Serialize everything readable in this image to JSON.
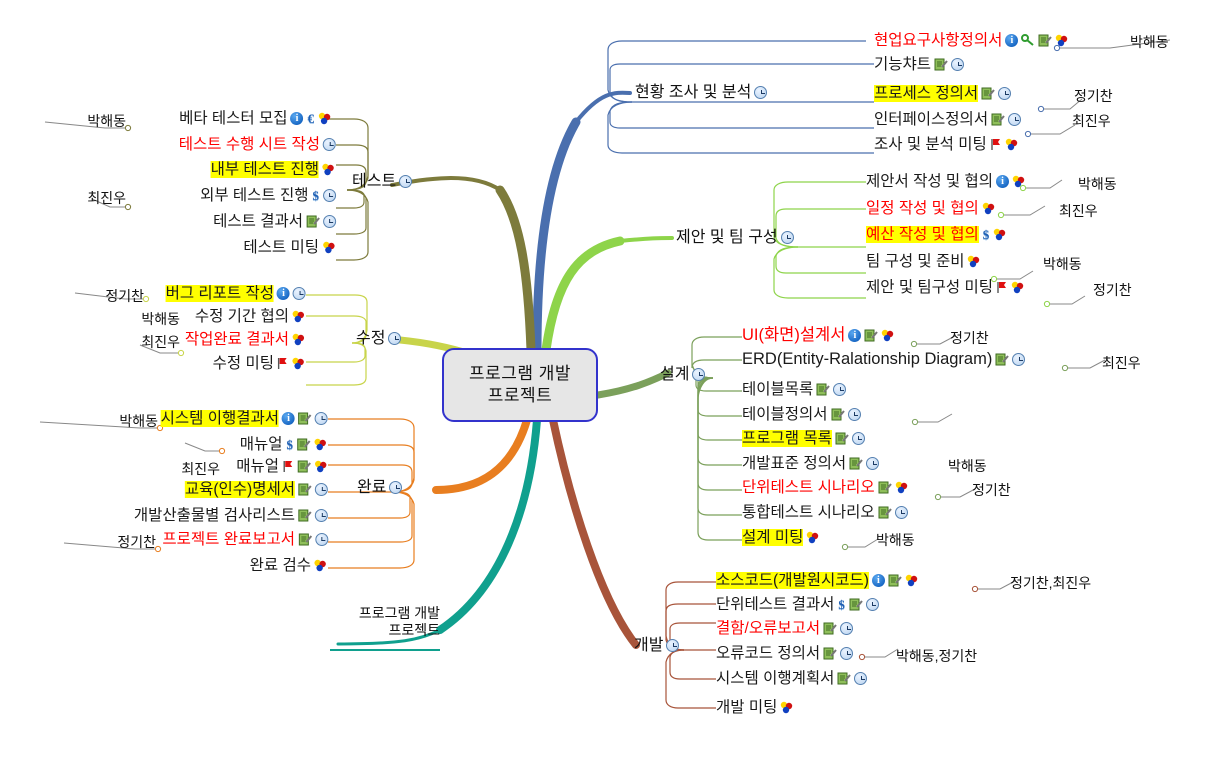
{
  "root": {
    "label": "프로그램 개발\n프로젝트",
    "line1": "프로그램 개발",
    "line2": "프로젝트",
    "fill": "#e6e6e6",
    "border": "#3333cc"
  },
  "float_topic": {
    "line1": "프로그램 개발",
    "line2": "프로젝트",
    "color": "#0f9b8e"
  },
  "colors": {
    "branch_blue": "#4a6fae",
    "branch_olive": "#7d7b3c",
    "branch_lightgreen": "#8ed44a",
    "branch_green": "#7ba05b",
    "branch_orange": "#e87e20",
    "branch_teal": "#10a08e",
    "branch_brown": "#a8543a",
    "highlight": "#ffff00",
    "red_text": "#ff0000"
  },
  "branches": [
    {
      "id": "survey",
      "label": "현황 조사 및 분석",
      "color": "#4a6fae",
      "icons": [
        "clock-icon"
      ],
      "children": [
        {
          "label": "현업요구사항정의서",
          "red": true,
          "highlight": false,
          "icons": [
            "info-icon",
            "key-icon",
            "doc-icon",
            "balls-icon"
          ],
          "assignee": "박해동"
        },
        {
          "label": "기능챠트",
          "red": false,
          "highlight": false,
          "icons": [
            "doc-icon",
            "clock-icon"
          ],
          "assignee": ""
        },
        {
          "label": "프로세스 정의서",
          "red": false,
          "highlight": true,
          "icons": [
            "doc-icon",
            "clock-icon"
          ],
          "assignee": "정기찬"
        },
        {
          "label": "인터페이스정의서",
          "red": false,
          "highlight": false,
          "icons": [
            "doc-icon",
            "clock-icon"
          ],
          "assignee": "최진우"
        },
        {
          "label": "조사 및 분석 미팅",
          "red": false,
          "highlight": false,
          "icons": [
            "flag-icon",
            "balls-icon"
          ],
          "assignee": ""
        }
      ]
    },
    {
      "id": "proposal",
      "label": "제안 및 팀 구성",
      "color": "#8ed44a",
      "icons": [
        "clock-icon"
      ],
      "children": [
        {
          "label": "제안서 작성 및 협의",
          "red": false,
          "highlight": false,
          "icons": [
            "info-icon",
            "balls-icon"
          ],
          "assignee": "박해동"
        },
        {
          "label": "일정 작성 및 협의",
          "red": true,
          "highlight": false,
          "icons": [
            "balls-icon"
          ],
          "assignee": "최진우"
        },
        {
          "label": "예산 작성 및 협의",
          "red": true,
          "highlight": true,
          "icons": [
            "dollar-icon",
            "balls-icon"
          ],
          "assignee": ""
        },
        {
          "label": "팀 구성 및 준비",
          "red": false,
          "highlight": false,
          "icons": [
            "balls-icon"
          ],
          "assignee": "박해동"
        },
        {
          "label": "제안 및 팀구성 미팅",
          "red": false,
          "highlight": false,
          "icons": [
            "flag-icon",
            "balls-icon"
          ],
          "assignee": "정기찬"
        }
      ]
    },
    {
      "id": "design",
      "label": "설계",
      "color": "#7ba05b",
      "icons": [
        "clock-icon"
      ],
      "children": [
        {
          "label": "UI(화면)설계서",
          "red": true,
          "highlight": false,
          "icons": [
            "info-icon",
            "doc-icon",
            "balls-icon"
          ],
          "assignee": "정기찬"
        },
        {
          "label": "ERD(Entity-Ralationship Diagram)",
          "red": false,
          "highlight": false,
          "icons": [
            "doc-icon",
            "clock-icon"
          ],
          "assignee": "최진우"
        },
        {
          "label": "테이블목록",
          "red": false,
          "highlight": false,
          "icons": [
            "doc-icon",
            "clock-icon"
          ],
          "assignee": ""
        },
        {
          "label": "테이블정의서",
          "red": false,
          "highlight": false,
          "icons": [
            "doc-icon",
            "clock-icon"
          ],
          "assignee": ""
        },
        {
          "label": "프로그램 목록",
          "red": false,
          "highlight": true,
          "icons": [
            "doc-icon",
            "clock-icon"
          ],
          "assignee": ""
        },
        {
          "label": "개발표준 정의서",
          "red": false,
          "highlight": false,
          "icons": [
            "doc-icon",
            "clock-icon"
          ],
          "assignee": "박해동"
        },
        {
          "label": "단위테스트 시나리오",
          "red": true,
          "highlight": false,
          "icons": [
            "doc-icon",
            "balls-icon"
          ],
          "assignee": "정기찬"
        },
        {
          "label": "통합테스트 시나리오",
          "red": false,
          "highlight": false,
          "icons": [
            "doc-icon",
            "clock-icon"
          ],
          "assignee": ""
        },
        {
          "label": "설계 미팅",
          "red": false,
          "highlight": true,
          "icons": [
            "balls-icon"
          ],
          "assignee": "박해동"
        }
      ]
    },
    {
      "id": "develop",
      "label": "개발",
      "color": "#a8543a",
      "icons": [
        "clock-icon"
      ],
      "children": [
        {
          "label": "소스코드(개발원시코드)",
          "red": false,
          "highlight": true,
          "icons": [
            "info-icon",
            "doc-icon",
            "balls-icon"
          ],
          "assignee": "정기찬,최진우"
        },
        {
          "label": "단위테스트 결과서",
          "red": false,
          "highlight": false,
          "icons": [
            "dollar-icon",
            "doc-icon",
            "clock-icon"
          ],
          "assignee": ""
        },
        {
          "label": "결함/오류보고서",
          "red": true,
          "highlight": false,
          "icons": [
            "doc-icon",
            "clock-icon"
          ],
          "assignee": ""
        },
        {
          "label": "오류코드 정의서",
          "red": false,
          "highlight": false,
          "icons": [
            "doc-icon",
            "clock-icon"
          ],
          "assignee": "박해동,정기찬"
        },
        {
          "label": "시스템 이행계획서",
          "red": false,
          "highlight": false,
          "icons": [
            "doc-icon",
            "clock-icon"
          ],
          "assignee": ""
        },
        {
          "label": "개발 미팅",
          "red": false,
          "highlight": false,
          "icons": [
            "balls-icon"
          ],
          "assignee": ""
        }
      ]
    },
    {
      "id": "test",
      "label": "테스트",
      "color": "#7d7b3c",
      "icons": [
        "clock-icon"
      ],
      "children": [
        {
          "label": "베타 테스터 모집",
          "red": false,
          "highlight": false,
          "icons": [
            "info-icon",
            "euro-icon",
            "balls-icon"
          ],
          "assignee": "박해동"
        },
        {
          "label": "테스트 수행 시트 작성",
          "red": true,
          "highlight": false,
          "icons": [
            "clock-icon"
          ],
          "assignee": ""
        },
        {
          "label": "내부 테스트 진행",
          "red": false,
          "highlight": true,
          "icons": [
            "balls-icon"
          ],
          "assignee": ""
        },
        {
          "label": "외부 테스트 진행",
          "red": false,
          "highlight": false,
          "icons": [
            "dollar-icon",
            "clock-icon"
          ],
          "assignee": "최진우"
        },
        {
          "label": "테스트 결과서",
          "red": false,
          "highlight": false,
          "icons": [
            "doc-icon",
            "clock-icon"
          ],
          "assignee": ""
        },
        {
          "label": "테스트 미팅",
          "red": false,
          "highlight": false,
          "icons": [
            "balls-icon"
          ],
          "assignee": ""
        }
      ]
    },
    {
      "id": "fix",
      "label": "수정",
      "color": "#c8d44a",
      "icons": [
        "clock-icon"
      ],
      "children": [
        {
          "label": "버그 리포트 작성",
          "red": false,
          "highlight": true,
          "icons": [
            "info-icon",
            "clock-icon"
          ],
          "assignee": "정기찬"
        },
        {
          "label": "수정 기간 협의",
          "red": false,
          "highlight": false,
          "icons": [
            "balls-icon"
          ],
          "assignee": "박해동"
        },
        {
          "label": "작업완료 결과서",
          "red": true,
          "highlight": false,
          "icons": [
            "balls-icon"
          ],
          "assignee": "최진우"
        },
        {
          "label": "수정 미팅",
          "red": false,
          "highlight": false,
          "icons": [
            "flag-icon",
            "balls-icon"
          ],
          "assignee": ""
        }
      ]
    },
    {
      "id": "done",
      "label": "완료",
      "color": "#e87e20",
      "icons": [
        "clock-icon"
      ],
      "children": [
        {
          "label": "시스템 이행결과서",
          "red": false,
          "highlight": true,
          "icons": [
            "info-icon",
            "doc-icon",
            "clock-icon"
          ],
          "assignee": "박해동"
        },
        {
          "label": "매뉴얼",
          "red": false,
          "highlight": false,
          "icons": [
            "dollar-icon",
            "doc-icon",
            "balls-icon"
          ],
          "assignee": ""
        },
        {
          "label": "매뉴얼",
          "red": false,
          "highlight": false,
          "icons": [
            "flag-icon",
            "doc-icon",
            "balls-icon"
          ],
          "assignee": "최진우"
        },
        {
          "label": "교육(인수)명세서",
          "red": false,
          "highlight": true,
          "icons": [
            "doc-icon",
            "clock-icon"
          ],
          "assignee": ""
        },
        {
          "label": "개발산출물별 검사리스트",
          "red": false,
          "highlight": false,
          "icons": [
            "doc-icon",
            "clock-icon"
          ],
          "assignee": ""
        },
        {
          "label": "프로젝트 완료보고서",
          "red": true,
          "highlight": false,
          "icons": [
            "doc-icon",
            "clock-icon"
          ],
          "assignee": "정기찬"
        },
        {
          "label": "완료 검수",
          "red": false,
          "highlight": false,
          "icons": [
            "balls-icon"
          ],
          "assignee": ""
        }
      ]
    }
  ]
}
